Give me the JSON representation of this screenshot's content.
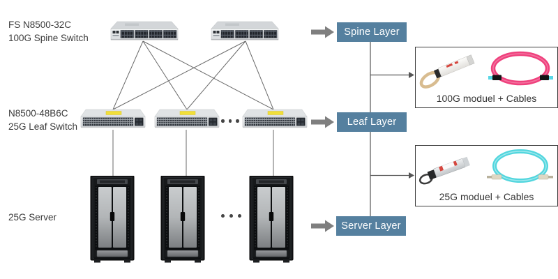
{
  "labels": {
    "spine_group": {
      "line1": "FS N8500-32C",
      "line2": "100G Spine Switch"
    },
    "leaf_group": {
      "line1": "N8500-48B6C",
      "line2": "25G Leaf Switch"
    },
    "server_group": {
      "line1": "25G Server"
    }
  },
  "layer_boxes": {
    "spine": "Spine Layer",
    "leaf": "Leaf Layer",
    "server": "Server Layer"
  },
  "module_boxes": {
    "m100g": {
      "caption": "100G moduel + Cables"
    },
    "m25g": {
      "caption": "25G moduel + Cables"
    }
  },
  "devices": {
    "spine_count": 2,
    "leaf_count": 3,
    "server_count": 3
  },
  "icons": {
    "block_arrow": "thick-right-arrow",
    "tree_arrowhead": "thin-right-arrow",
    "ellipsis": "three-dots-more-devices"
  },
  "colors": {
    "layer_box": "#55809f",
    "layer_text": "#ffffff",
    "block_arrow": "#7f7f7f",
    "wire": "#6a6a6a",
    "tree_line": "#555555",
    "label_text": "#3a3a3a",
    "cable_100g": "#ef417d",
    "cable_25g": "#52d6de",
    "sticker": "#f1df39",
    "module_border": "#3d3d3d"
  }
}
